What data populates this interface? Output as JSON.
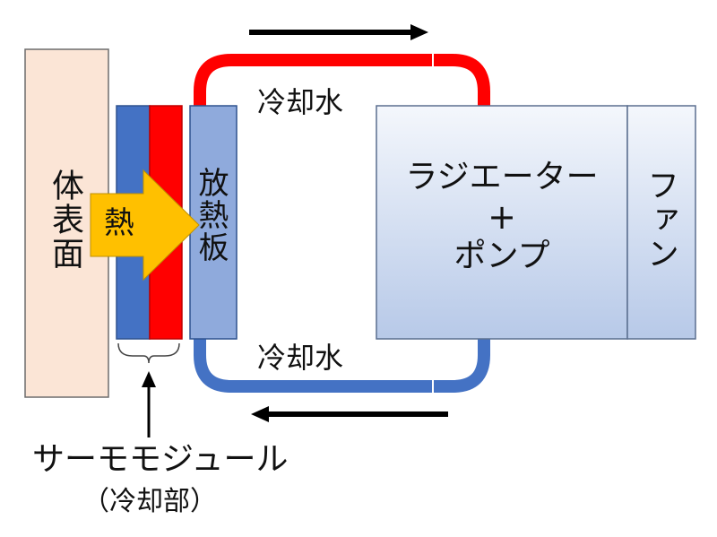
{
  "body_surface": {
    "label": "体表面"
  },
  "heat": {
    "label": "熱"
  },
  "heatsink": {
    "label": "放熱板"
  },
  "coolant_top": {
    "label": "冷却水"
  },
  "coolant_bottom": {
    "label": "冷却水"
  },
  "radiator": {
    "line1": "ラジエーター",
    "line2": "+",
    "line3": "ポンプ"
  },
  "fan": {
    "label": "ファン"
  },
  "thermo_module": {
    "label": "サーモモジュール",
    "sublabel": "（冷却部）"
  },
  "colors": {
    "body": "#fbe5d6",
    "body_border": "#6d6d6d",
    "module_cold": "#4472c4",
    "module_hot": "#ff0000",
    "heatsink": "#8faadc",
    "heat_arrow": "#ffc000",
    "pipe_hot": "#ff0000",
    "pipe_cold": "#4472c4",
    "radiator_top": "#f3f6fb",
    "radiator_bottom": "#b4c7e7"
  }
}
